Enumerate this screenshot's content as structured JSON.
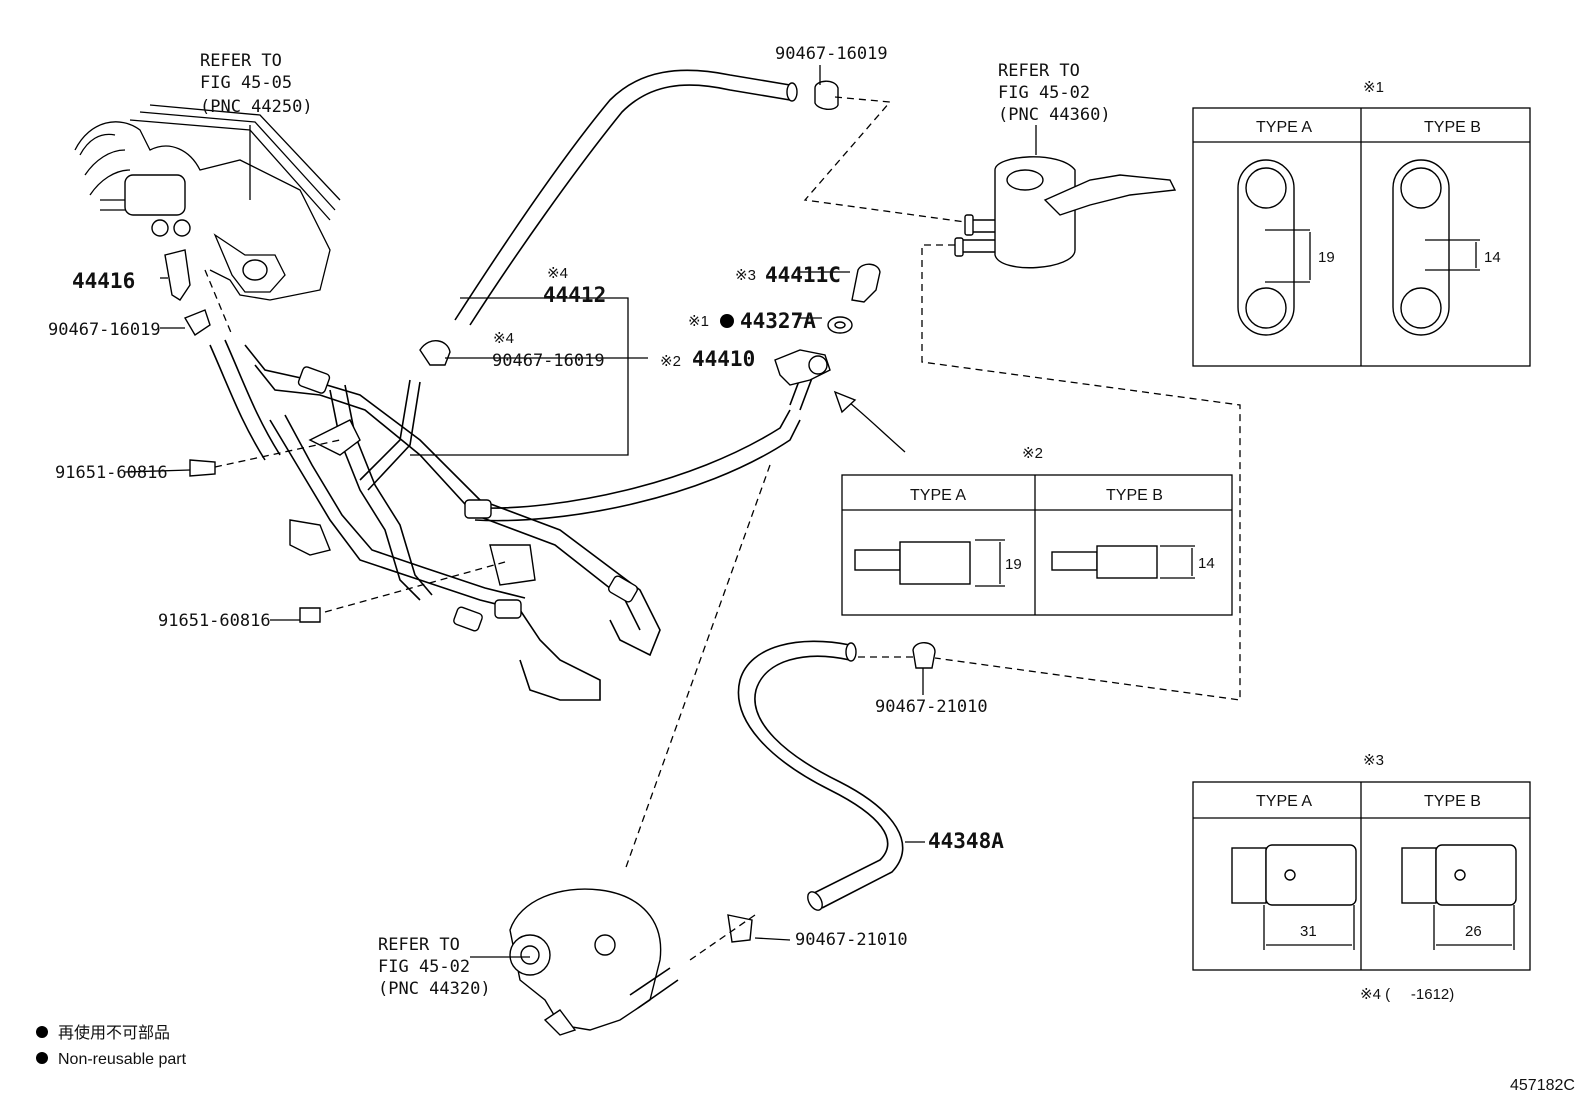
{
  "refs": {
    "gear": [
      "REFER TO",
      "FIG 45-05",
      "(PNC 44250)"
    ],
    "reservoir": [
      "REFER TO",
      "FIG 45-02",
      "(PNC 44360)"
    ],
    "pump": [
      "REFER TO",
      "FIG 45-02",
      "(PNC 44320)"
    ]
  },
  "part_labels": {
    "p44416": "44416",
    "clamp_top": "90467-16019",
    "clamp_left": "90467-16019",
    "clamp_mid": "90467-16019",
    "bolt1": "91651-60816",
    "bolt2": "91651-60816",
    "p44412": "44412",
    "p44410": "44410",
    "p44411C": "44411C",
    "p44327A": "44327A",
    "clamp_21010a": "90467-21010",
    "clamp_21010b": "90467-21010",
    "p44348A": "44348A"
  },
  "marks": {
    "m4_a": "※4",
    "m4_b": "※4",
    "m2": "※2",
    "m3": "※3",
    "m1": "※1"
  },
  "tables": {
    "t1": {
      "mark": "※1",
      "type_a": "TYPE A",
      "type_b": "TYPE B",
      "dim_a": "19",
      "dim_b": "14"
    },
    "t2": {
      "mark": "※2",
      "type_a": "TYPE A",
      "type_b": "TYPE B",
      "dim_a": "19",
      "dim_b": "14"
    },
    "t3": {
      "mark": "※3",
      "type_a": "TYPE A",
      "type_b": "TYPE B",
      "dim_a": "31",
      "dim_b": "26"
    }
  },
  "note4": "※4 (     -1612)",
  "legend": {
    "jp": "再使用不可部品",
    "en": "Non-reusable part"
  },
  "figure_id": "457182C"
}
